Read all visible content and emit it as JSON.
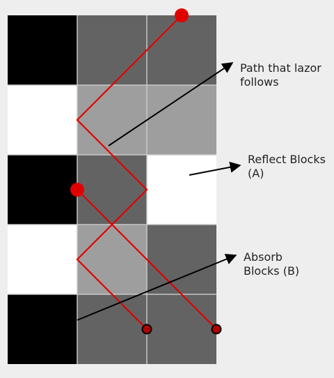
{
  "colors": {
    "background": "#eeeeee",
    "black_block": "#000000",
    "white_block": "#ffffff",
    "dark_gray_block": "#636363",
    "light_gray_block": "#9e9e9e",
    "grid_line": "#c8c8c8",
    "laser": "#e00000",
    "target_fill": "#b00000",
    "annotation_arrow": "#000000"
  },
  "grid": {
    "rows": 5,
    "cols": 3,
    "cells": [
      [
        "black",
        "dark_gray",
        "dark_gray"
      ],
      [
        "white",
        "light_gray",
        "light_gray"
      ],
      [
        "black",
        "dark_gray",
        "white"
      ],
      [
        "white",
        "light_gray",
        "dark_gray"
      ],
      [
        "black",
        "dark_gray",
        "dark_gray"
      ]
    ]
  },
  "lasers": [
    {
      "path": [
        [
          2.5,
          0
        ],
        [
          1,
          1.5
        ],
        [
          2,
          2.5
        ],
        [
          1,
          3.5
        ],
        [
          2,
          4.5
        ]
      ]
    },
    {
      "path": [
        [
          1,
          2.5
        ],
        [
          3,
          4.5
        ]
      ]
    }
  ],
  "sources": [
    [
      2.5,
      0
    ],
    [
      1,
      2.5
    ]
  ],
  "targets": [
    [
      2,
      4.5
    ],
    [
      3,
      4.5
    ]
  ],
  "annotations": {
    "path_line1": "Path that lazor",
    "path_line2": "follows",
    "reflect_line1": "Reflect Blocks",
    "reflect_line2": "(A)",
    "absorb_line1": "Absorb",
    "absorb_line2": "Blocks (B)"
  }
}
